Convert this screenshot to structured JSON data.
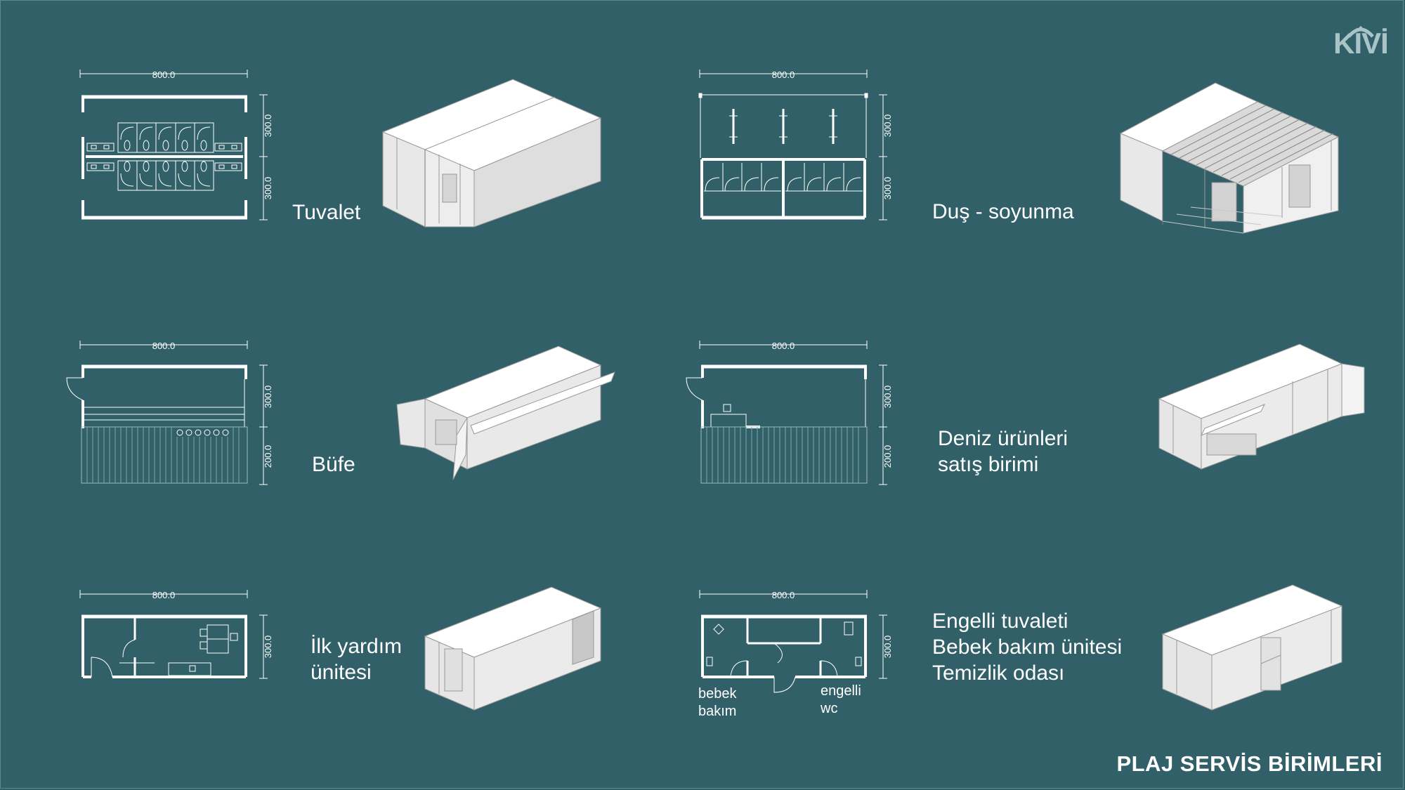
{
  "brand": {
    "logo": "KİVİ"
  },
  "title": "PLAJ SERVİS BİRİMLERİ",
  "colors": {
    "background": "#316068",
    "lines": "#ffffff",
    "container_side": "#e4e4e4",
    "container_dark": "#d0d0d0"
  },
  "units": [
    {
      "id": "tuvalet",
      "label": "Tuvalet",
      "width_dim": "800.0",
      "depth_dims": [
        "300.0",
        "300.0"
      ]
    },
    {
      "id": "dus",
      "label": "Duş  - soyunma",
      "width_dim": "800.0",
      "depth_dims": [
        "300.0",
        "300.0"
      ]
    },
    {
      "id": "bufe",
      "label": "Büfe",
      "width_dim": "800.0",
      "depth_dims": [
        "300.0",
        "200.0"
      ]
    },
    {
      "id": "deniz",
      "label": "Deniz ürünleri\nsatış birimi",
      "width_dim": "800.0",
      "depth_dims": [
        "300.0",
        "200.0"
      ]
    },
    {
      "id": "ilkyardim",
      "label": "İlk yardım\nünitesi",
      "width_dim": "800.0",
      "depth_dims": [
        "300.0"
      ]
    },
    {
      "id": "engelli",
      "label": "Engelli tuvaleti\nBebek bakım ünitesi\nTemizlik odası",
      "width_dim": "800.0",
      "depth_dims": [
        "300.0"
      ],
      "room_labels": {
        "baby": "bebek\nbakım",
        "wc": "engelli\nwc"
      }
    }
  ]
}
